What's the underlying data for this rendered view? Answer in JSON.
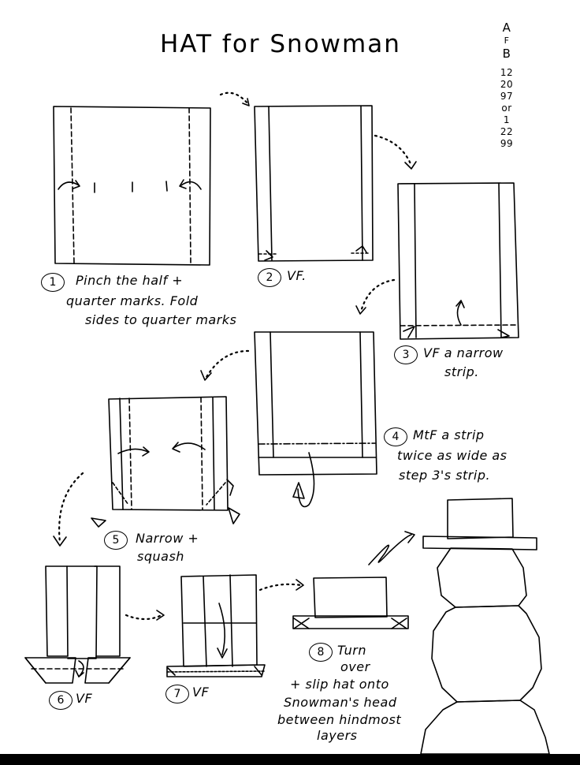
{
  "title": "HAT for Snowman",
  "corner_note": {
    "initials_1": "A",
    "initials_2": "F",
    "initials_3": "B",
    "date_1_line1": "12",
    "date_1_line2": "20",
    "date_1_line3": "97",
    "separator": "or",
    "date_2_line1": "1",
    "date_2_line2": "22",
    "date_2_line3": "99"
  },
  "steps": [
    {
      "number": "1",
      "lines": [
        "Pinch the half +",
        "quarter marks. Fold",
        "sides to quarter marks"
      ]
    },
    {
      "number": "2",
      "lines": [
        "VF."
      ]
    },
    {
      "number": "3",
      "lines": [
        "VF a narrow",
        "strip."
      ]
    },
    {
      "number": "4",
      "lines": [
        "MtF a strip",
        "twice as wide as",
        "step 3's strip."
      ]
    },
    {
      "number": "5",
      "lines": [
        "Narrow +",
        "squash"
      ]
    },
    {
      "number": "6",
      "lines": [
        "VF"
      ]
    },
    {
      "number": "7",
      "lines": [
        "VF"
      ]
    },
    {
      "number": "8",
      "lines": [
        "Turn",
        "over",
        "+ slip hat onto",
        "Snowman's head",
        "between hindmost",
        "layers"
      ]
    }
  ]
}
